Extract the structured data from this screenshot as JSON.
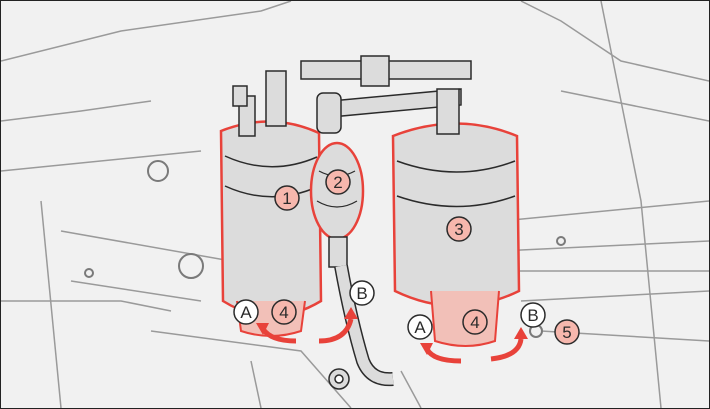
{
  "callouts": {
    "c1": "1",
    "c2": "2",
    "c3": "3",
    "c4_left": "4",
    "c4_right": "4",
    "c5": "5",
    "a_left": "A",
    "b_left": "B",
    "a_right": "A",
    "b_right": "B"
  },
  "colors": {
    "highlight": "#e8423a",
    "callout_fill": "#f6b7ad",
    "outline": "#2b2b2b",
    "body_fill": "#dcdcdc",
    "background": "#f1f1f1"
  }
}
